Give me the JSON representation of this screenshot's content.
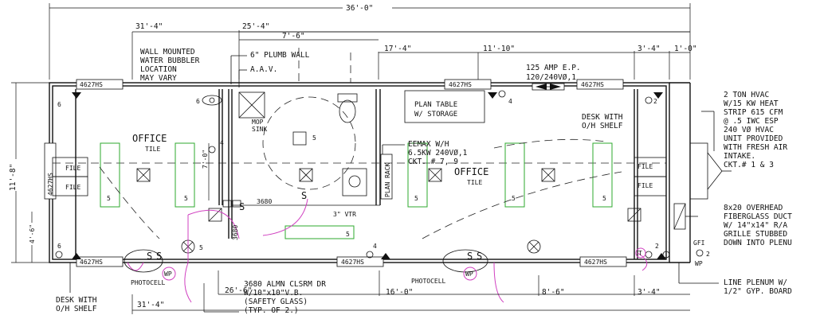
{
  "dimensions": {
    "overall_length": "36'-0\"",
    "overall_width": "11'-8\"",
    "d_31_4_top": "31'-4\"",
    "d_25_4": "25'-4\"",
    "d_7_6": "7'-6\"",
    "d_17_4": "17'-4\"",
    "d_11_10": "11'-10\"",
    "d_3_4_top": "3'-4\"",
    "d_1_0": "1'-0\"",
    "d_7_0": "7'-0\"",
    "d_4_6": "4'-6\"",
    "d_26_6": "26'-6\"",
    "d_31_4_bottom": "31'-4\"",
    "d_16_0": "16'-0\"",
    "d_8_6": "8'-6\"",
    "d_3_4_bottom": "3'-4\""
  },
  "notes": {
    "bubbler": [
      "WALL MOUNTED",
      "WATER BUBBLER",
      "LOCATION",
      "MAY VARY"
    ],
    "plumb_wall": "6\" PLUMB WALL",
    "aav": "A.A.V.",
    "ep": [
      "125 AMP E.P.",
      "120/240VØ,1"
    ],
    "plan_table": [
      "PLAN TABLE",
      "W/ STORAGE"
    ],
    "desk_shelf_right": [
      "DESK WITH",
      "O/H SHELF"
    ],
    "hvac": [
      "2 TON HVAC",
      "W/15 KW HEAT",
      "STRIP 615 CFM",
      "@ .5 IWC ESP",
      "240 VØ HVAC",
      "UNIT PROVIDED",
      "WITH FRESH AIR",
      "INTAKE.",
      "CKT.# 1 & 3"
    ],
    "eemax": [
      "EEMAX W/H",
      "6.5KW 240VØ,1",
      "CKT. # 7, 9"
    ],
    "duct": [
      "8x20 OVERHEAD",
      "FIBERGLASS DUCT",
      "W/ 14\"x14\" R/A",
      "GRILLE STUBBED",
      "DOWN INTO PLENU"
    ],
    "plenum": [
      "LINE PLENUM W/",
      "1/2\" GYP. BOARD"
    ],
    "desk_shelf_left": [
      "DESK WITH",
      "O/H SHELF"
    ],
    "door": [
      "3680 ALMN CLSRM DR",
      "W/10\"x10\"V.B.",
      "(SAFETY GLASS)",
      "(TYP. OF 2.)"
    ],
    "photocell_left": "PHOTOCELL",
    "photocell_right": "PHOTOCELL",
    "vtr": "3\" VTR",
    "gfi": "GFI",
    "wp": "WP"
  },
  "rooms": {
    "office_left": "OFFICE",
    "tile_left": "TILE",
    "office_right": "OFFICE",
    "tile_right": "TILE",
    "mop_sink": [
      "MOP",
      "SINK"
    ],
    "plan_rack": "PLAN RACK"
  },
  "labels": {
    "hs1": "4627HS",
    "hs2": "4627HS",
    "hs3": "4627HS",
    "hs4": "4627HS",
    "hs5": "4627HS",
    "hs6": "4627HS",
    "hs_side": "4627HS",
    "file1": "FILE",
    "file2": "FILE",
    "file3": "FILE",
    "file4": "FILE",
    "door_3680_a": "3680",
    "door_3680_b": "3680",
    "num6a": "6",
    "num6b": "6",
    "num6c": "6",
    "num4a": "4",
    "num4b": "4",
    "num2a": "2",
    "num2b": "2",
    "num2c": "2",
    "num5a": "5",
    "num5b": "5",
    "num5c": "5",
    "num5d": "5",
    "num5e": "5",
    "num5f": "5",
    "num5g": "5",
    "num5h": "5",
    "s1": "S",
    "s2": "S",
    "s3": "S",
    "s4": "S",
    "s5": "S",
    "s6": "S",
    "wp_a": "WP",
    "wp_b": "WP",
    "t": "T"
  }
}
